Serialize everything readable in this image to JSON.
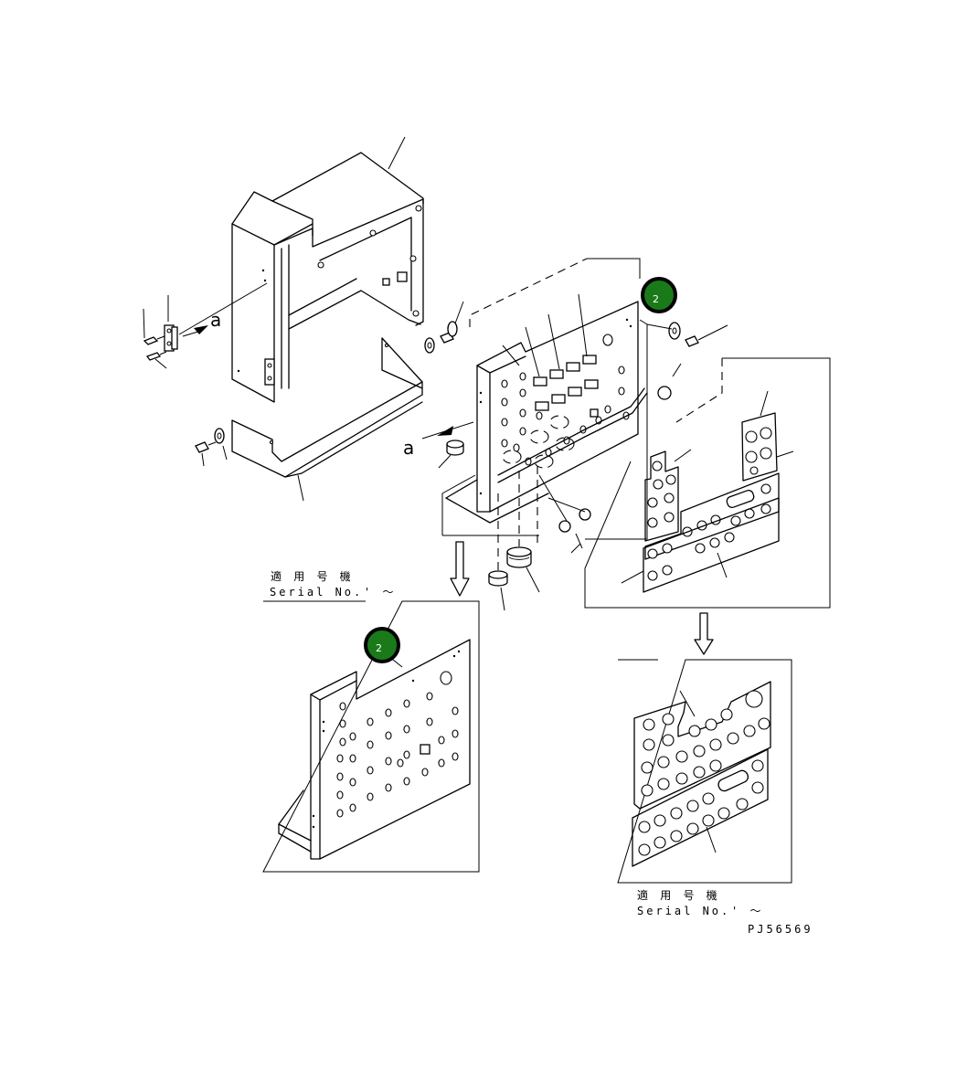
{
  "diagram": {
    "callout_letter": "a",
    "part_badge": "2",
    "serial_block_1": {
      "jp_label": "適 用 号 機",
      "serial_label": "Serial No.",
      "range": "' ～"
    },
    "serial_block_2": {
      "jp_label": "適 用 号 機",
      "serial_label": "Serial No.",
      "range": "' ～"
    },
    "drawing_id": "PJ56569"
  }
}
